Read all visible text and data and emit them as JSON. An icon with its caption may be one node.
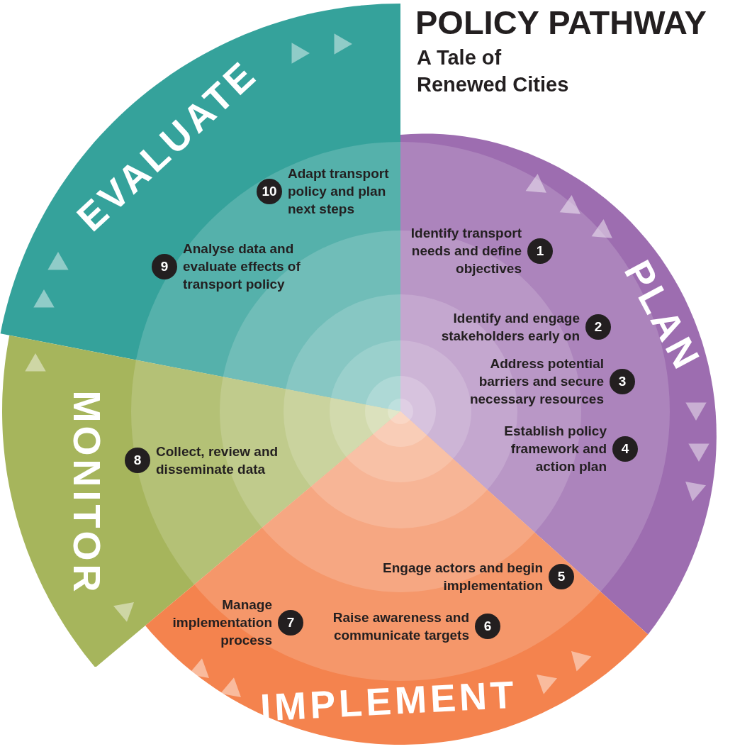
{
  "diagram": {
    "title": "POLICY PATHWAY",
    "nodes": [
      {
        "text": [
          "EVALUATE"
        ]
      },
      {
        "text": [
          "10",
          "Adapt transport policy and plan next steps"
        ],
        "in": 0
      },
      {
        "text": [
          "9",
          "Analyse data and evaluate effects of transport policy"
        ],
        "in": 0
      },
      {
        "text": [
          "PLAN"
        ]
      },
      {
        "text": [
          "Identify transport needs and define objectives",
          "1"
        ],
        "in": 3
      },
      {
        "text": [
          "Identify and engage stakeholders early on",
          "2"
        ],
        "in": 3
      },
      {
        "text": [
          "Address potential barriers and secure necessary resources",
          "3"
        ],
        "in": 3
      },
      {
        "text": [
          "Establish policy framework and action plan",
          "4"
        ],
        "in": 3
      },
      {
        "text": [
          "MONITOR"
        ]
      },
      {
        "text": [
          "8",
          "Collect, review and disseminate data"
        ],
        "in": 8
      },
      {
        "text": [
          "IMPLEMENT"
        ]
      },
      {
        "text": [
          "Engage actors and begin implementation",
          "5"
        ],
        "in": 10
      },
      {
        "text": [
          "Raise awareness and communicate targets",
          "6"
        ],
        "in": 10
      },
      {
        "text": [
          "Manage implementation process",
          "7"
        ],
        "in": 10
      }
    ],
    "labels": [
      "A Tale of Renewed Cities"
    ]
  }
}
